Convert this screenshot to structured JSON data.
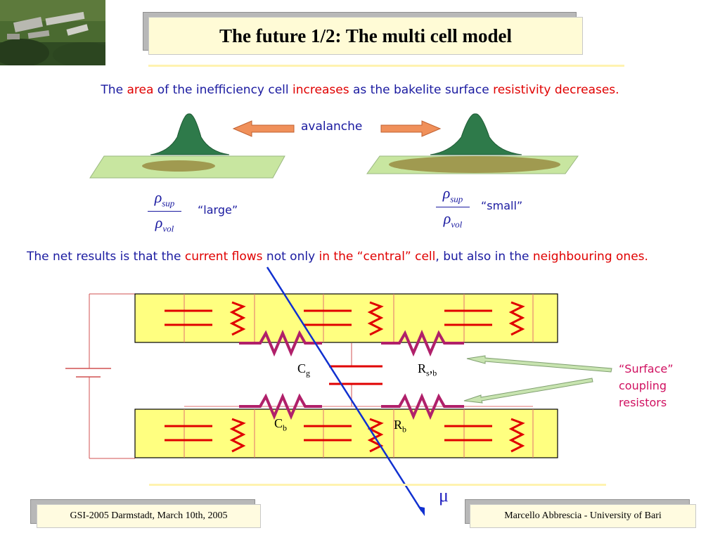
{
  "title": "The future 1/2: The multi cell model",
  "statement": {
    "parts": [
      {
        "text": "The ",
        "color": "blue"
      },
      {
        "text": "area ",
        "color": "red"
      },
      {
        "text": "of the inefficiency cell ",
        "color": "blue"
      },
      {
        "text": "increases ",
        "color": "red"
      },
      {
        "text": "as the bakelite surface ",
        "color": "blue"
      },
      {
        "text": "resistivity decreases.",
        "color": "red"
      }
    ]
  },
  "avalanche_label": "avalanche",
  "ratio": {
    "numerator_symbol": "ρ",
    "numerator_sub": "sup",
    "denominator_symbol": "ρ",
    "denominator_sub": "vol",
    "left_label": "“large”",
    "right_label": "“small”"
  },
  "result": {
    "parts": [
      {
        "text": "The net results is that the ",
        "color": "blue"
      },
      {
        "text": "current flows ",
        "color": "red"
      },
      {
        "text": "not only ",
        "color": "blue"
      },
      {
        "text": "in the “central” cell",
        "color": "red"
      },
      {
        "text": ", but also in the ",
        "color": "blue"
      },
      {
        "text": "neighbouring ones.",
        "color": "red"
      }
    ]
  },
  "circuit": {
    "cg": {
      "main": "C",
      "sub": "g"
    },
    "rsb": {
      "main": "R",
      "sub": "s",
      "sub2": "b",
      "sep": ","
    },
    "cb": {
      "main": "C",
      "sub": "b"
    },
    "rb": {
      "main": "R",
      "sub": "b"
    }
  },
  "annotation": {
    "line1": "“Surface”",
    "line2": "coupling",
    "line3": "resistors"
  },
  "particle_symbol": "μ",
  "footer": {
    "left": "GSI-2005 Darmstadt, March 10th, 2005",
    "right": "Marcello Abbrescia - University of Bari"
  },
  "colors": {
    "title_bg": "#fffbd6",
    "text_blue": "#1a1aa0",
    "text_red": "#e00000",
    "annotation": "#d01060",
    "gas_gap_fill": "#ffff80",
    "capacitor": "#e00000",
    "resistor": "#b0206a",
    "muon_track": "#1030d0"
  }
}
